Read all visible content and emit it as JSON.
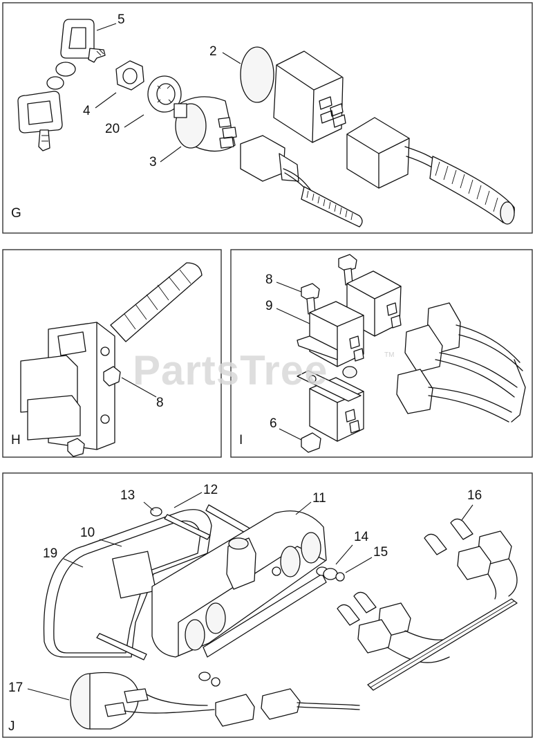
{
  "watermark": {
    "text": "PartsTree",
    "tm": "TM"
  },
  "panels": {
    "G": {
      "label": "G"
    },
    "H": {
      "label": "H"
    },
    "I": {
      "label": "I"
    },
    "J": {
      "label": "J"
    }
  },
  "callouts": {
    "G": [
      "5",
      "2",
      "4",
      "20",
      "3"
    ],
    "H": [
      "8"
    ],
    "I": [
      "8",
      "9",
      "6"
    ],
    "J": [
      "13",
      "12",
      "11",
      "16",
      "10",
      "19",
      "14",
      "15",
      "17"
    ]
  }
}
